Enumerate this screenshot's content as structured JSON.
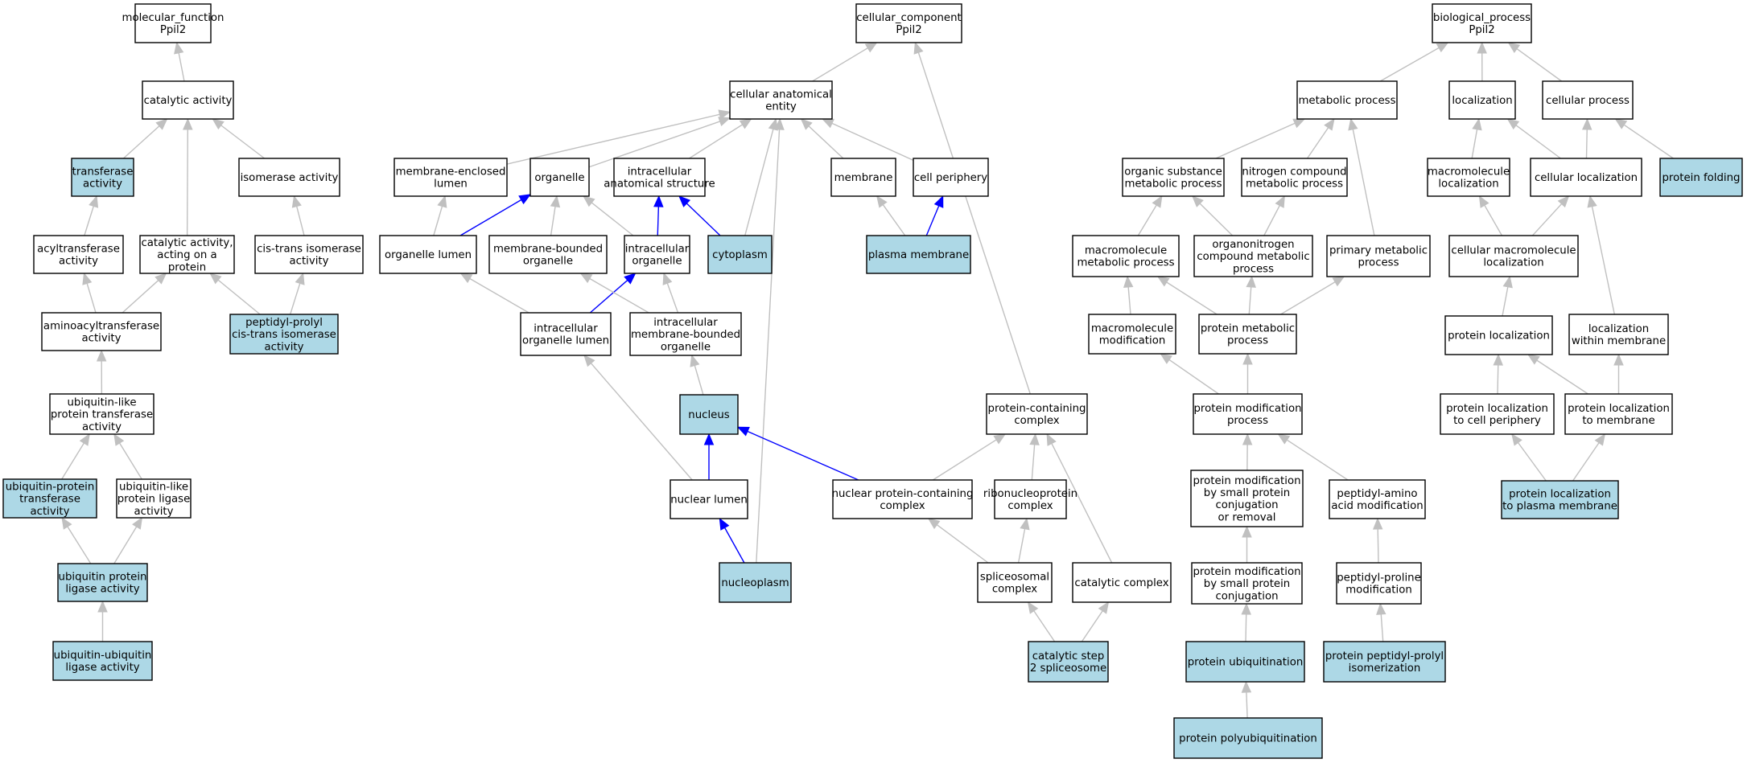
{
  "colors": {
    "plain": "#ffffff",
    "highlight": "#add8e6",
    "edge": "#c0c0c0",
    "path_edge": "#0000ff",
    "stroke": "#000000"
  },
  "nodes": [
    {
      "id": "mf",
      "label": [
        "molecular_function",
        "Ppil2"
      ],
      "hl": false
    },
    {
      "id": "cat",
      "label": [
        "catalytic activity"
      ],
      "hl": false
    },
    {
      "id": "transf",
      "label": [
        "transferase",
        "activity"
      ],
      "hl": true
    },
    {
      "id": "isom",
      "label": [
        "isomerase activity"
      ],
      "hl": false
    },
    {
      "id": "acyl",
      "label": [
        "acyltransferase",
        "activity"
      ],
      "hl": false
    },
    {
      "id": "catprot",
      "label": [
        "catalytic activity,",
        "acting on a",
        "protein"
      ],
      "hl": false
    },
    {
      "id": "cistrans",
      "label": [
        "cis-trans isomerase",
        "activity"
      ],
      "hl": false
    },
    {
      "id": "aminoacyl",
      "label": [
        "aminoacyltransferase",
        "activity"
      ],
      "hl": false
    },
    {
      "id": "ppiase",
      "label": [
        "peptidyl-prolyl",
        "cis-trans isomerase",
        "activity"
      ],
      "hl": true
    },
    {
      "id": "ubltrans",
      "label": [
        "ubiquitin-like",
        "protein transferase",
        "activity"
      ],
      "hl": false
    },
    {
      "id": "ubptrans",
      "label": [
        "ubiquitin-protein",
        "transferase",
        "activity"
      ],
      "hl": true
    },
    {
      "id": "ubllig",
      "label": [
        "ubiquitin-like",
        "protein ligase",
        "activity"
      ],
      "hl": false
    },
    {
      "id": "ubplig",
      "label": [
        "ubiquitin protein",
        "ligase activity"
      ],
      "hl": true
    },
    {
      "id": "ububilig",
      "label": [
        "ubiquitin-ubiquitin",
        "ligase activity"
      ],
      "hl": true
    },
    {
      "id": "cc",
      "label": [
        "cellular_component",
        "Ppil2"
      ],
      "hl": false
    },
    {
      "id": "cae",
      "label": [
        "cellular anatomical",
        "entity"
      ],
      "hl": false
    },
    {
      "id": "memenc",
      "label": [
        "membrane-enclosed",
        "lumen"
      ],
      "hl": false
    },
    {
      "id": "organelle",
      "label": [
        "organelle"
      ],
      "hl": false
    },
    {
      "id": "ias",
      "label": [
        "intracellular",
        "anatomical structure"
      ],
      "hl": false
    },
    {
      "id": "membrane",
      "label": [
        "membrane"
      ],
      "hl": false
    },
    {
      "id": "cellper",
      "label": [
        "cell periphery"
      ],
      "hl": false
    },
    {
      "id": "orglumen",
      "label": [
        "organelle lumen"
      ],
      "hl": false
    },
    {
      "id": "mbo",
      "label": [
        "membrane-bounded",
        "organelle"
      ],
      "hl": false
    },
    {
      "id": "intorg",
      "label": [
        "intracellular",
        "organelle"
      ],
      "hl": false
    },
    {
      "id": "cytoplasm",
      "label": [
        "cytoplasm"
      ],
      "hl": true
    },
    {
      "id": "plasmamem",
      "label": [
        "plasma membrane"
      ],
      "hl": true
    },
    {
      "id": "iol",
      "label": [
        "intracellular",
        "organelle lumen"
      ],
      "hl": false
    },
    {
      "id": "imbo",
      "label": [
        "intracellular",
        "membrane-bounded",
        "organelle"
      ],
      "hl": false
    },
    {
      "id": "nucleus",
      "label": [
        "nucleus"
      ],
      "hl": true
    },
    {
      "id": "nuclumen",
      "label": [
        "nuclear lumen"
      ],
      "hl": false
    },
    {
      "id": "nucleoplasm",
      "label": [
        "nucleoplasm"
      ],
      "hl": true
    },
    {
      "id": "pcc",
      "label": [
        "protein-containing",
        "complex"
      ],
      "hl": false
    },
    {
      "id": "npcc",
      "label": [
        "nuclear protein-containing",
        "complex"
      ],
      "hl": false
    },
    {
      "id": "rnp",
      "label": [
        "ribonucleoprotein",
        "complex"
      ],
      "hl": false
    },
    {
      "id": "splice",
      "label": [
        "spliceosomal",
        "complex"
      ],
      "hl": false
    },
    {
      "id": "catcomplex",
      "label": [
        "catalytic complex"
      ],
      "hl": false
    },
    {
      "id": "cs2",
      "label": [
        "catalytic step",
        "2 spliceosome"
      ],
      "hl": true
    },
    {
      "id": "bp",
      "label": [
        "biological_process",
        "Ppil2"
      ],
      "hl": false
    },
    {
      "id": "metab",
      "label": [
        "metabolic process"
      ],
      "hl": false
    },
    {
      "id": "loc",
      "label": [
        "localization"
      ],
      "hl": false
    },
    {
      "id": "cellproc",
      "label": [
        "cellular process"
      ],
      "hl": false
    },
    {
      "id": "osmp",
      "label": [
        "organic substance",
        "metabolic process"
      ],
      "hl": false
    },
    {
      "id": "ncmp",
      "label": [
        "nitrogen compound",
        "metabolic process"
      ],
      "hl": false
    },
    {
      "id": "macroloc",
      "label": [
        "macromolecule",
        "localization"
      ],
      "hl": false
    },
    {
      "id": "cellloc",
      "label": [
        "cellular localization"
      ],
      "hl": false
    },
    {
      "id": "protfold",
      "label": [
        "protein folding"
      ],
      "hl": true
    },
    {
      "id": "mmp",
      "label": [
        "macromolecule",
        "metabolic process"
      ],
      "hl": false
    },
    {
      "id": "ocmp",
      "label": [
        "organonitrogen",
        "compound metabolic",
        "process"
      ],
      "hl": false
    },
    {
      "id": "pmp",
      "label": [
        "primary metabolic",
        "process"
      ],
      "hl": false
    },
    {
      "id": "cml",
      "label": [
        "cellular macromolecule",
        "localization"
      ],
      "hl": false
    },
    {
      "id": "mmod",
      "label": [
        "macromolecule",
        "modification"
      ],
      "hl": false
    },
    {
      "id": "protmetab",
      "label": [
        "protein metabolic",
        "process"
      ],
      "hl": false
    },
    {
      "id": "protloc",
      "label": [
        "protein localization"
      ],
      "hl": false
    },
    {
      "id": "lwm",
      "label": [
        "localization",
        "within membrane"
      ],
      "hl": false
    },
    {
      "id": "pmodproc",
      "label": [
        "protein modification",
        "process"
      ],
      "hl": false
    },
    {
      "id": "plcp",
      "label": [
        "protein localization",
        "to cell periphery"
      ],
      "hl": false
    },
    {
      "id": "pltm",
      "label": [
        "protein localization",
        "to membrane"
      ],
      "hl": false
    },
    {
      "id": "pmspcr",
      "label": [
        "protein modification",
        "by small protein",
        "conjugation",
        "or removal"
      ],
      "hl": false
    },
    {
      "id": "pam",
      "label": [
        "peptidyl-amino",
        "acid modification"
      ],
      "hl": false
    },
    {
      "id": "pltpm",
      "label": [
        "protein localization",
        "to plasma membrane"
      ],
      "hl": true
    },
    {
      "id": "pmspc",
      "label": [
        "protein modification",
        "by small protein",
        "conjugation"
      ],
      "hl": false
    },
    {
      "id": "ppm",
      "label": [
        "peptidyl-proline",
        "modification"
      ],
      "hl": false
    },
    {
      "id": "protubi",
      "label": [
        "protein ubiquitination"
      ],
      "hl": true
    },
    {
      "id": "ppi",
      "label": [
        "protein peptidyl-prolyl",
        "isomerization"
      ],
      "hl": true
    },
    {
      "id": "polyubi",
      "label": [
        "protein polyubiquitination"
      ],
      "hl": true
    }
  ],
  "edges": [
    [
      "cat",
      "mf",
      false
    ],
    [
      "transf",
      "cat",
      false
    ],
    [
      "isom",
      "cat",
      false
    ],
    [
      "acyl",
      "transf",
      false
    ],
    [
      "catprot",
      "cat",
      false
    ],
    [
      "cistrans",
      "isom",
      false
    ],
    [
      "aminoacyl",
      "acyl",
      false
    ],
    [
      "aminoacyl",
      "catprot",
      false
    ],
    [
      "ppiase",
      "catprot",
      false
    ],
    [
      "ppiase",
      "cistrans",
      false
    ],
    [
      "ubltrans",
      "aminoacyl",
      false
    ],
    [
      "ubptrans",
      "ubltrans",
      false
    ],
    [
      "ubllig",
      "ubltrans",
      false
    ],
    [
      "ubplig",
      "ubptrans",
      false
    ],
    [
      "ubplig",
      "ubllig",
      false
    ],
    [
      "ububilig",
      "ubplig",
      false
    ],
    [
      "cae",
      "cc",
      false
    ],
    [
      "pcc",
      "cc",
      false
    ],
    [
      "memenc",
      "cae",
      false
    ],
    [
      "organelle",
      "cae",
      false
    ],
    [
      "ias",
      "cae",
      false
    ],
    [
      "membrane",
      "cae",
      false
    ],
    [
      "cellper",
      "cae",
      false
    ],
    [
      "cytoplasm",
      "cae",
      false
    ],
    [
      "nucleoplasm",
      "cae",
      false
    ],
    [
      "orglumen",
      "memenc",
      false
    ],
    [
      "orglumen",
      "organelle",
      true
    ],
    [
      "mbo",
      "organelle",
      false
    ],
    [
      "intorg",
      "organelle",
      false
    ],
    [
      "intorg",
      "ias",
      true
    ],
    [
      "cytoplasm",
      "ias",
      true
    ],
    [
      "plasmamem",
      "membrane",
      false
    ],
    [
      "plasmamem",
      "cellper",
      true
    ],
    [
      "iol",
      "orglumen",
      false
    ],
    [
      "iol",
      "intorg",
      true
    ],
    [
      "imbo",
      "mbo",
      false
    ],
    [
      "imbo",
      "intorg",
      false
    ],
    [
      "nucleus",
      "imbo",
      false
    ],
    [
      "nuclumen",
      "iol",
      false
    ],
    [
      "nuclumen",
      "nucleus",
      true
    ],
    [
      "npcc",
      "nucleus",
      true
    ],
    [
      "nucleoplasm",
      "nuclumen",
      true
    ],
    [
      "npcc",
      "pcc",
      false
    ],
    [
      "rnp",
      "pcc",
      false
    ],
    [
      "splice",
      "npcc",
      false
    ],
    [
      "splice",
      "rnp",
      false
    ],
    [
      "catcomplex",
      "pcc",
      false
    ],
    [
      "cs2",
      "splice",
      false
    ],
    [
      "cs2",
      "catcomplex",
      false
    ],
    [
      "metab",
      "bp",
      false
    ],
    [
      "loc",
      "bp",
      false
    ],
    [
      "cellproc",
      "bp",
      false
    ],
    [
      "osmp",
      "metab",
      false
    ],
    [
      "ncmp",
      "metab",
      false
    ],
    [
      "pmp",
      "metab",
      false
    ],
    [
      "macroloc",
      "loc",
      false
    ],
    [
      "cellloc",
      "loc",
      false
    ],
    [
      "cellloc",
      "cellproc",
      false
    ],
    [
      "protfold",
      "cellproc",
      false
    ],
    [
      "mmp",
      "osmp",
      false
    ],
    [
      "ocmp",
      "osmp",
      false
    ],
    [
      "ocmp",
      "ncmp",
      false
    ],
    [
      "cml",
      "macroloc",
      false
    ],
    [
      "cml",
      "cellloc",
      false
    ],
    [
      "lwm",
      "cellloc",
      false
    ],
    [
      "mmod",
      "mmp",
      false
    ],
    [
      "protmetab",
      "mmp",
      false
    ],
    [
      "protmetab",
      "ocmp",
      false
    ],
    [
      "protmetab",
      "pmp",
      false
    ],
    [
      "protloc",
      "cml",
      false
    ],
    [
      "pmodproc",
      "mmod",
      false
    ],
    [
      "pmodproc",
      "protmetab",
      false
    ],
    [
      "plcp",
      "protloc",
      false
    ],
    [
      "pltm",
      "protloc",
      false
    ],
    [
      "pltm",
      "lwm",
      false
    ],
    [
      "pmspcr",
      "pmodproc",
      false
    ],
    [
      "pam",
      "pmodproc",
      false
    ],
    [
      "pltpm",
      "plcp",
      false
    ],
    [
      "pltpm",
      "pltm",
      false
    ],
    [
      "pmspc",
      "pmspcr",
      false
    ],
    [
      "ppm",
      "pam",
      false
    ],
    [
      "protubi",
      "pmspc",
      false
    ],
    [
      "ppi",
      "ppm",
      false
    ],
    [
      "polyubi",
      "protubi",
      false
    ]
  ]
}
